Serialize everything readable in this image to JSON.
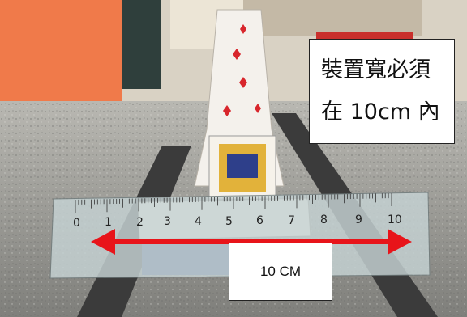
{
  "note": {
    "line1": "裝置寬必須",
    "line2": "在 10cm 內"
  },
  "measure_label": "10 CM",
  "ruler_numbers": [
    "0",
    "1",
    "2",
    "3",
    "4",
    "5",
    "6",
    "7",
    "8",
    "9",
    "10"
  ],
  "colors": {
    "arrow": "#e8141a",
    "floor": "#9a9a96",
    "ruler": "#c6d3d4",
    "tape": "#3b3b3b",
    "shirt": "#f07a4a"
  }
}
